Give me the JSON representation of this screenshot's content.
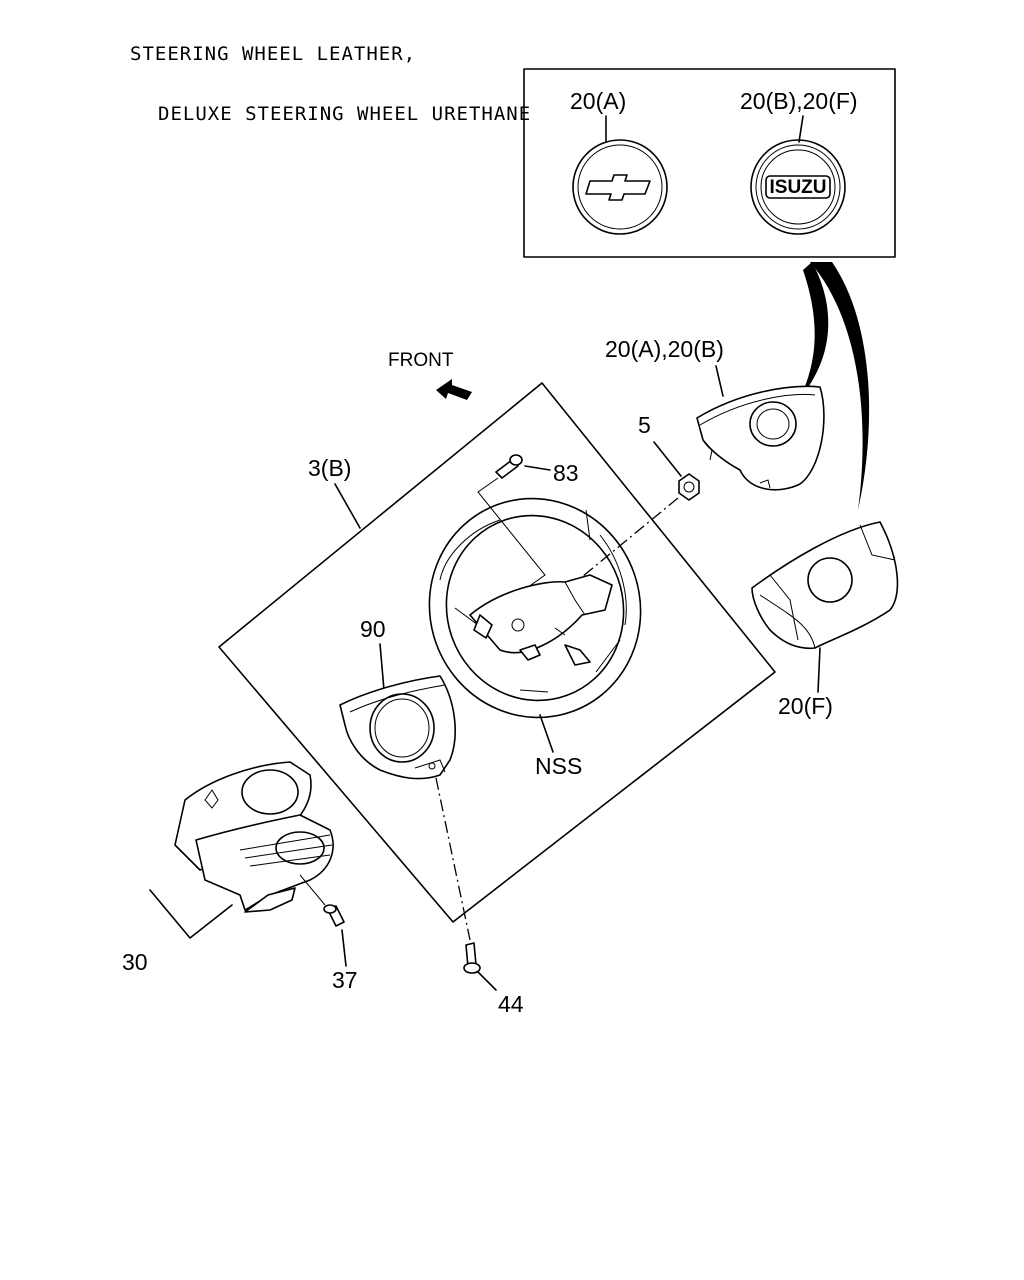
{
  "title": {
    "line1": "STEERING WHEEL LEATHER,",
    "line2": "DELUXE STEERING WHEEL URETHANE"
  },
  "inset": {
    "left_label": "20(A)",
    "right_label": "20(B),20(F)",
    "right_badge_text": "ISUZU"
  },
  "labels": {
    "front": "FRONT",
    "p20ab": "20(A),20(B)",
    "p5": "5",
    "p3b": "3(B)",
    "p83": "83",
    "p90": "90",
    "pnss": "NSS",
    "p20f": "20(F)",
    "p30": "30",
    "p37": "37",
    "p44": "44"
  }
}
